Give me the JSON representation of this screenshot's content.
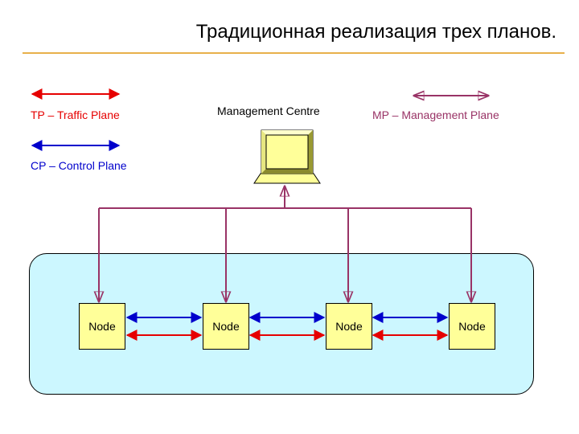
{
  "title": "Традиционная реализация трех планов.",
  "management_centre_label": "Management Centre",
  "legend": {
    "tp": {
      "label": "TP – Traffic Plane",
      "color": "#e60000"
    },
    "cp": {
      "label": "CP – Control Plane",
      "color": "#0000cc"
    },
    "mp": {
      "label": "MP – Management Plane",
      "color": "#993366"
    }
  },
  "nodes": [
    {
      "label": "Node"
    },
    {
      "label": "Node"
    },
    {
      "label": "Node"
    },
    {
      "label": "Node"
    }
  ],
  "colors": {
    "title_rule": "#e8b04a",
    "network_area": "#ccf7ff",
    "node_fill": "#ffff99",
    "monitor_fill": "#ffff99",
    "monitor_bevel": "#cccc66"
  }
}
